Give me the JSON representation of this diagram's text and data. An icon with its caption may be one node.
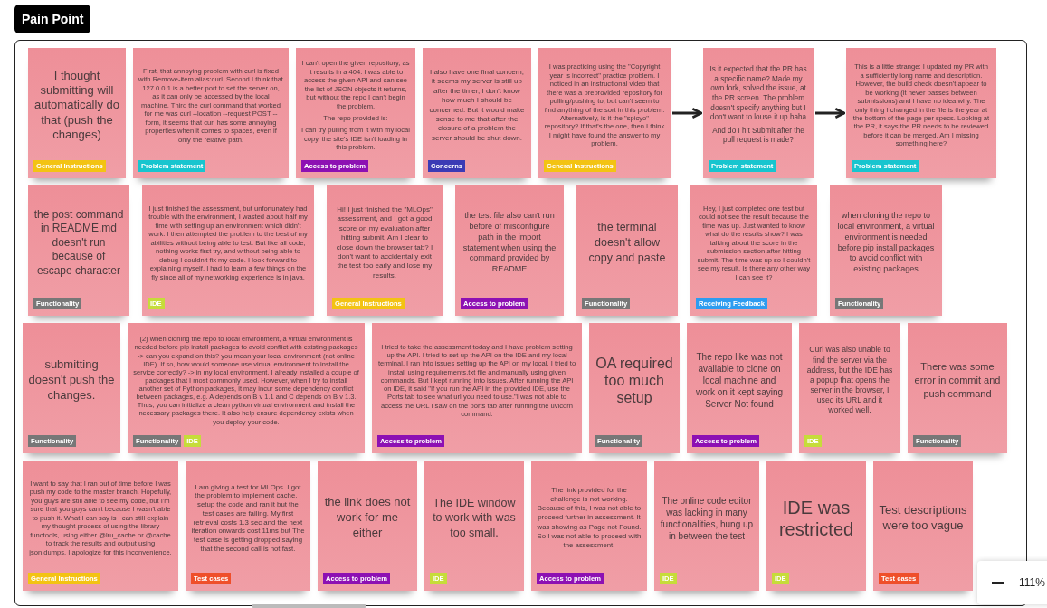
{
  "diagram": {
    "nodes": [
      {
        "text": [
          "Pain Point"
        ]
      },
      {
        "text": [
          "I thought submitting will automatically do that (push the changes)",
          "General Instructions"
        ],
        "in": 0
      },
      {
        "text": [
          "First, that annoying problem with curl is fixed with Remove-item alias:curl. Second I think that 127.0.0.1 is a better port to set the server on, as it can only be accessed by the local machine. Third the curl command that worked for me was curl --location --request POST --form, it seems that curl has some annoying properties when it comes to spaces, even if only the relative path.",
          "Problem statement"
        ],
        "in": 0
      },
      {
        "text": [
          "I can't open the given repository, as it results in a 404. I was able to access the given API and can see the list of JSON objects it returns, but without the repo I can't begin the problem.",
          "The repo provided is:",
          "I can try pulling from it with my local copy, the site's IDE isn't loading in this problem.",
          "Access to problem"
        ],
        "in": 0
      },
      {
        "text": [
          "I also have one final concern, it seems my server is still up after the timer, I don't know how much I should be concerned. But it would make sense to me that after the closure of a problem the server should be shut down.",
          "Concerns"
        ],
        "in": 0
      },
      {
        "text": [
          "I was practicing using the \"Copyright year is incorrect\" practice problem. I noticed in an instructional video that there was a preprovided repository for pulling/pushing to, but can't seem to find anything of the sort in this problem. Alternatively, is it the \"spicyo\" repository? If that's the one, then I think I might have found the answer to my problem.",
          "General Instructions"
        ],
        "in": 0
      },
      {
        "text": [
          "Is it expected that the PR has a specific name? Made my own fork, solved the issue, at the PR screen. The problem doesn't specify anything but I don't want to louse it up haha",
          "And do I hit Submit after the pull request is made?",
          "Problem statement"
        ],
        "in": 0
      },
      {
        "text": [
          "This is a little strange: I updated my PR with a sufficiently long name and description. However, the build check doesn't appear to be working (it never passes between submissions) and I have no idea why. The only thing I changed in the file is the year at the bottom of the page per specs. Looking at the PR, it says the PR needs to be reviewed before it can be merged. Am I missing something here?",
          "Problem statement"
        ],
        "in": 0
      },
      {
        "text": [
          "the post command in README.md doesn't run because of escape character",
          "Functionality"
        ],
        "in": 0
      },
      {
        "text": [
          "I just finished the assessment, but unfortunately had trouble with the environment, I wasted about half my time with setting up an environment which didn't work. I then attempted the problem to the best of my abilities without being able to test. But like all code, nothing works first try, and without being able to debug I couldn't fix my code. I look forward to explaining myself. I had to learn a few things on the fly since all of my networking experience is in java.",
          "IDE"
        ],
        "in": 0
      },
      {
        "text": [
          "Hi! I just finished the \"MLOps\" assessment, and I got a good score on my evaluation after hitting submit. Am I clear to close down the browser tab? I don't want to accidentally exit the test too early and lose my results.",
          "General Instructions"
        ],
        "in": 0
      },
      {
        "text": [
          "the test file also can't run before of misconfigure path in the import statement when using the command provided by README",
          "Access to problem"
        ],
        "in": 0
      },
      {
        "text": [
          "the terminal doesn't allow copy and paste",
          "Functionality"
        ],
        "in": 0
      },
      {
        "text": [
          "Hey, I just completed one test but could not see the result because the time was up. Just wanted to know what do the results show? I was talking about the score in the submission section after hitting submit. The time was up so I couldn't see my result. Is there any other way I can see it?",
          "Receiving Feedback"
        ],
        "in": 0
      },
      {
        "text": [
          "when cloning the repo to local environment, a virtual environment is needed before pip install packages to avoid conflict with existing packages",
          "Functionality"
        ],
        "in": 0
      },
      {
        "text": [
          "submitting doesn't push the changes.",
          "Functionality"
        ],
        "in": 0
      },
      {
        "text": [
          "(2) when cloning the repo to local environment, a virtual environment is needed before pip install packages to avoid conflict with existing packages -> can you expand on this? you mean your local environment (not online IDE). If so, how would someone use virtual environment to install the service correctly? -> in my local environment, I already installed a couple of packages that I most commonly used. However, when I try to install another set of Python packages, it may incur some dependency conflict between packages, e.g. A depends on B v 1.1 and C depends on B v 1.3. Thus, you can initialize a clean python virtual environment and install the necessary packages there. It also help ensure dependency exists when you deploy your code.",
          "Functionality",
          "IDE"
        ],
        "in": 0
      },
      {
        "text": [
          "I tried to take the assessment today and I have problem setting up the API. I tried to set-up the API on the IDE and my local terminal. I ran into issues setting up the API on my local. I tried to install using requirements.txt file and manually using given commands. But I kept running into issues. After running the API on IDE, it said \"If you run the API in the provided IDE, use the Ports tab to see what url you need to use.\"I was not able to access the URL I saw on the ports tab after running the uvicorn command.",
          "Access to problem"
        ],
        "in": 0
      },
      {
        "text": [
          "OA required too much setup",
          "Functionality"
        ],
        "in": 0
      },
      {
        "text": [
          "The repo like was not available to clone on local machine and work on it kept saying Server Not found",
          "Access to problem"
        ],
        "in": 0
      },
      {
        "text": [
          "Curl was also unable to find the server via the address, but the IDE has a popup that opens the server in the browser, I used its URL and it worked well.",
          "IDE"
        ],
        "in": 0
      },
      {
        "text": [
          "There was some error in commit and push command",
          "Functionality"
        ],
        "in": 0
      },
      {
        "text": [
          "I want to say that I ran out of time before I was push my code to the master branch. Hopefully, you guys are still able to see my code, but I'm sure that you guys can't because I wasn't able to push it. What I can say is I can still explain my thought process of using the library functools, using either @lru_cache or @cache to track the results and output using json.dumps. I apologize for this inconvenience.",
          "General Instructions"
        ],
        "in": 0
      },
      {
        "text": [
          "I am giving a test for MLOps. I got the problem to implement cache. I setup the code and ran it but the test cases are failing. My first retrieval costs 1.3 sec and the next iteration onwards cost 11ms but The test case is getting dropped saying that the second call is not fast.",
          "Test cases"
        ],
        "in": 0
      },
      {
        "text": [
          "the link does not work for me either",
          "Access to problem"
        ],
        "in": 0
      },
      {
        "text": [
          "The IDE window to work with was too small.",
          "IDE"
        ],
        "in": 0
      },
      {
        "text": [
          "The link provided for the challenge is not working. Because of this, I was not able to proceed further in assessment. It was showing as Page not Found. So I was not able to proceed with the assessment.",
          "Access to problem"
        ],
        "in": 0
      },
      {
        "text": [
          "The online code editor was lacking in many functionalities, hung up in between the test",
          "IDE"
        ],
        "in": 0
      },
      {
        "text": [
          "IDE was restricted",
          "IDE"
        ],
        "in": 0
      },
      {
        "text": [
          "Test descriptions were too vague",
          "Test cases"
        ],
        "in": 0
      }
    ],
    "edges": [
      {
        "from": 5,
        "to": 6,
        "arrow": "to"
      },
      {
        "from": 6,
        "to": 7,
        "arrow": "to"
      }
    ],
    "labels": [
      "111%"
    ]
  }
}
